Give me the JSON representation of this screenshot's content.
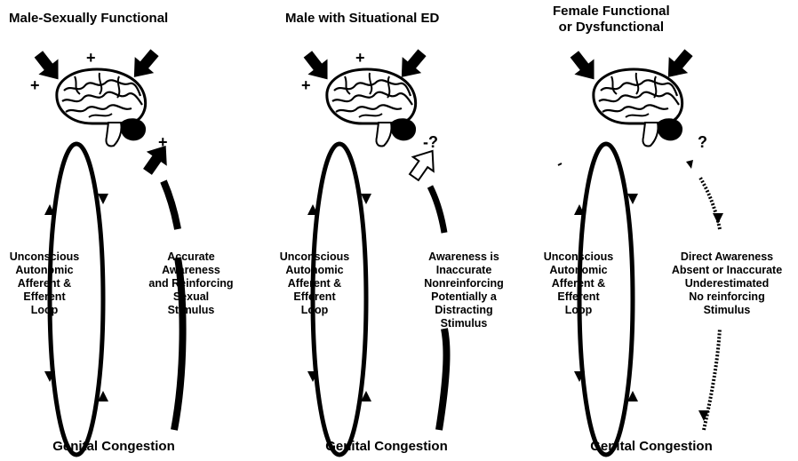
{
  "panels": [
    {
      "title": "Male-Sexually Functional",
      "left_label": "Unconscious\nAutonomic\nAfferent &\nEfferent\nLoop",
      "right_label": "Accurate\nAwareness\nand Reinforcing\nSexual\nStimulus",
      "footer": "Genital Congestion",
      "marker": "+"
    },
    {
      "title": "Male with Situational ED",
      "left_label": "Unconscious\nAutonomic\nAfferent &\nEfferent\nLoop",
      "right_label": "Awareness is\nInaccurate\nNonreinforcing\nPotentially a\nDistracting\nStimulus",
      "footer": "Genital Congestion",
      "marker": "-?"
    },
    {
      "title": "Female Functional\nor Dysfunctional",
      "left_label": "Unconscious\nAutonomic\nAfferent &\nEfferent\nLoop",
      "right_label": "Direct Awareness\nAbsent or Inaccurate\nUnderestimated\nNo reinforcing\nStimulus",
      "footer": "Genital Congestion",
      "marker": "?"
    }
  ],
  "plus_sign": "+"
}
